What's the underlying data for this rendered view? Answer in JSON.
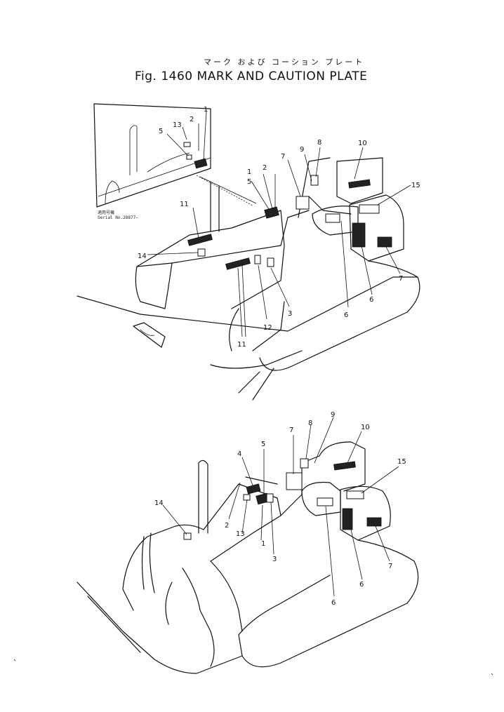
{
  "header": {
    "japanese_title": "マーク および コーション プレート",
    "figure_title": "Fig. 1460 MARK AND CAUTION PLATE"
  },
  "inset": {
    "applies_label": "適用号機",
    "serial_label": "Serial No.28877—"
  },
  "callouts_top": [
    "1",
    "2",
    "13",
    "5",
    "9",
    "8",
    "7",
    "10",
    "15",
    "5",
    "1",
    "2",
    "11",
    "14",
    "12",
    "3",
    "6",
    "6",
    "7",
    "11"
  ],
  "callouts_bottom": [
    "7",
    "8",
    "9",
    "10",
    "15",
    "4",
    "5",
    "14",
    "2",
    "13",
    "1",
    "3",
    "6",
    "7",
    "6"
  ]
}
